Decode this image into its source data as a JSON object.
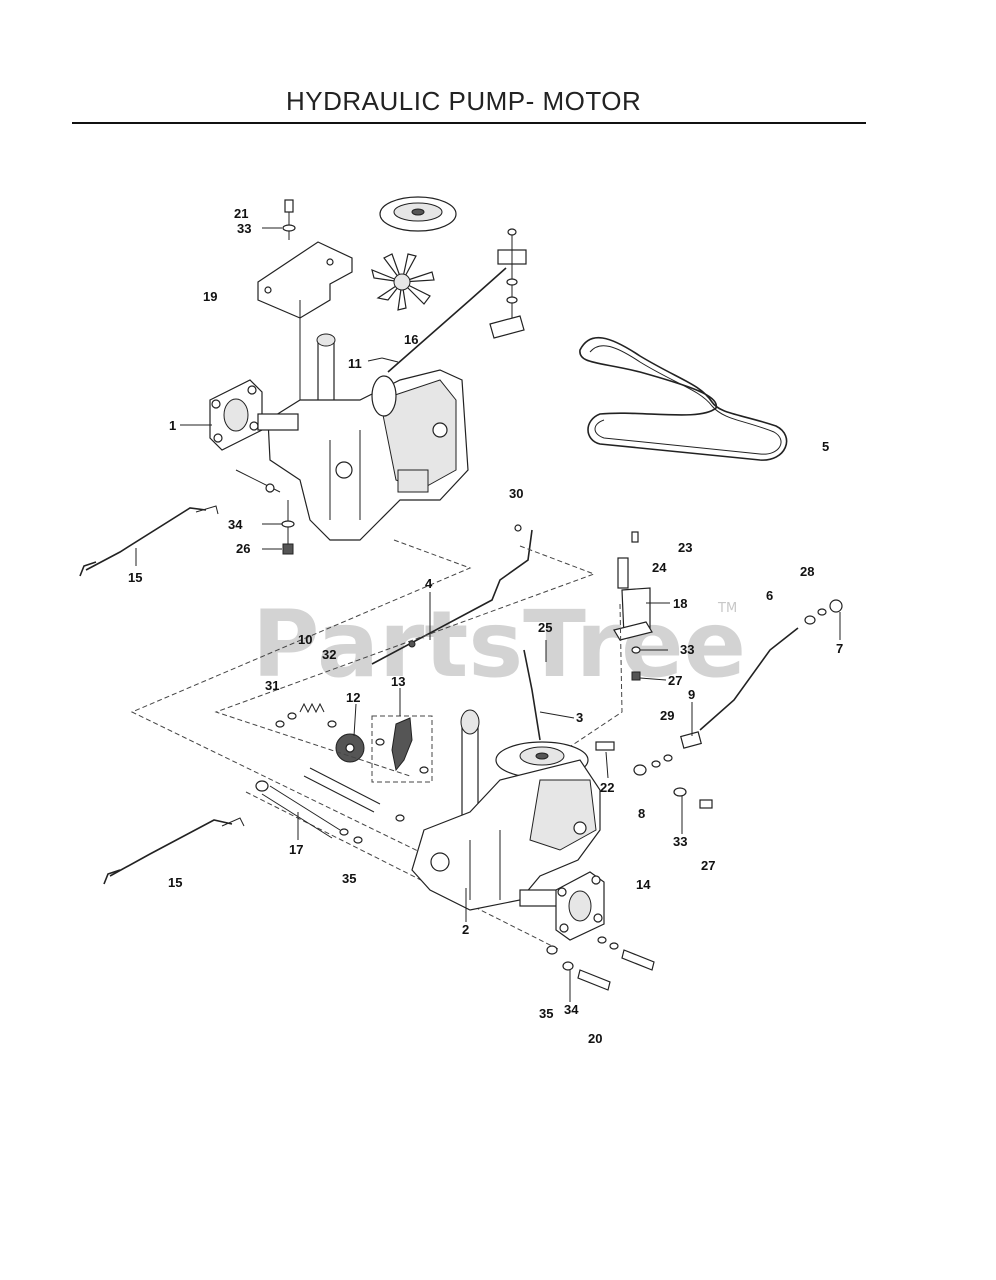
{
  "title": "HYDRAULIC PUMP- MOTOR",
  "watermark": {
    "text": "PartsTree",
    "trademark": "TM"
  },
  "callouts": [
    {
      "id": "c21",
      "label": "21"
    },
    {
      "id": "c33a",
      "label": "33"
    },
    {
      "id": "c19",
      "label": "19"
    },
    {
      "id": "c16",
      "label": "16"
    },
    {
      "id": "c11",
      "label": "11"
    },
    {
      "id": "c1",
      "label": "1"
    },
    {
      "id": "c5",
      "label": "5"
    },
    {
      "id": "c30",
      "label": "30"
    },
    {
      "id": "c34a",
      "label": "34"
    },
    {
      "id": "c26",
      "label": "26"
    },
    {
      "id": "c15a",
      "label": "15"
    },
    {
      "id": "c23",
      "label": "23"
    },
    {
      "id": "c24",
      "label": "24"
    },
    {
      "id": "c28",
      "label": "28"
    },
    {
      "id": "c4",
      "label": "4"
    },
    {
      "id": "c18",
      "label": "18"
    },
    {
      "id": "c6",
      "label": "6"
    },
    {
      "id": "c7",
      "label": "7"
    },
    {
      "id": "c25",
      "label": "25"
    },
    {
      "id": "c10",
      "label": "10"
    },
    {
      "id": "c32",
      "label": "32"
    },
    {
      "id": "c33b",
      "label": "33"
    },
    {
      "id": "c27a",
      "label": "27"
    },
    {
      "id": "c31",
      "label": "31"
    },
    {
      "id": "c13",
      "label": "13"
    },
    {
      "id": "c12",
      "label": "12"
    },
    {
      "id": "c9",
      "label": "9"
    },
    {
      "id": "c3",
      "label": "3"
    },
    {
      "id": "c29",
      "label": "29"
    },
    {
      "id": "c22",
      "label": "22"
    },
    {
      "id": "c8",
      "label": "8"
    },
    {
      "id": "c33c",
      "label": "33"
    },
    {
      "id": "c17",
      "label": "17"
    },
    {
      "id": "c27b",
      "label": "27"
    },
    {
      "id": "c35a",
      "label": "35"
    },
    {
      "id": "c15b",
      "label": "15"
    },
    {
      "id": "c14",
      "label": "14"
    },
    {
      "id": "c2",
      "label": "2"
    },
    {
      "id": "c35b",
      "label": "35"
    },
    {
      "id": "c34b",
      "label": "34"
    },
    {
      "id": "c20",
      "label": "20"
    }
  ]
}
